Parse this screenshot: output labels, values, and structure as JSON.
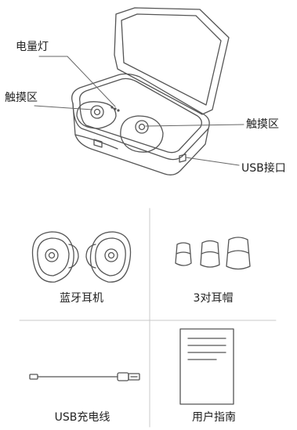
{
  "diagram": {
    "callouts": {
      "battery_light": "电量灯",
      "touch_area_left": "触摸区",
      "touch_area_right": "触摸区",
      "usb_port": "USB接口"
    },
    "package_items": [
      {
        "label": "蓝牙耳机"
      },
      {
        "label": "3对耳帽"
      },
      {
        "label": "USB充电线"
      },
      {
        "label": "用户指南"
      }
    ]
  }
}
